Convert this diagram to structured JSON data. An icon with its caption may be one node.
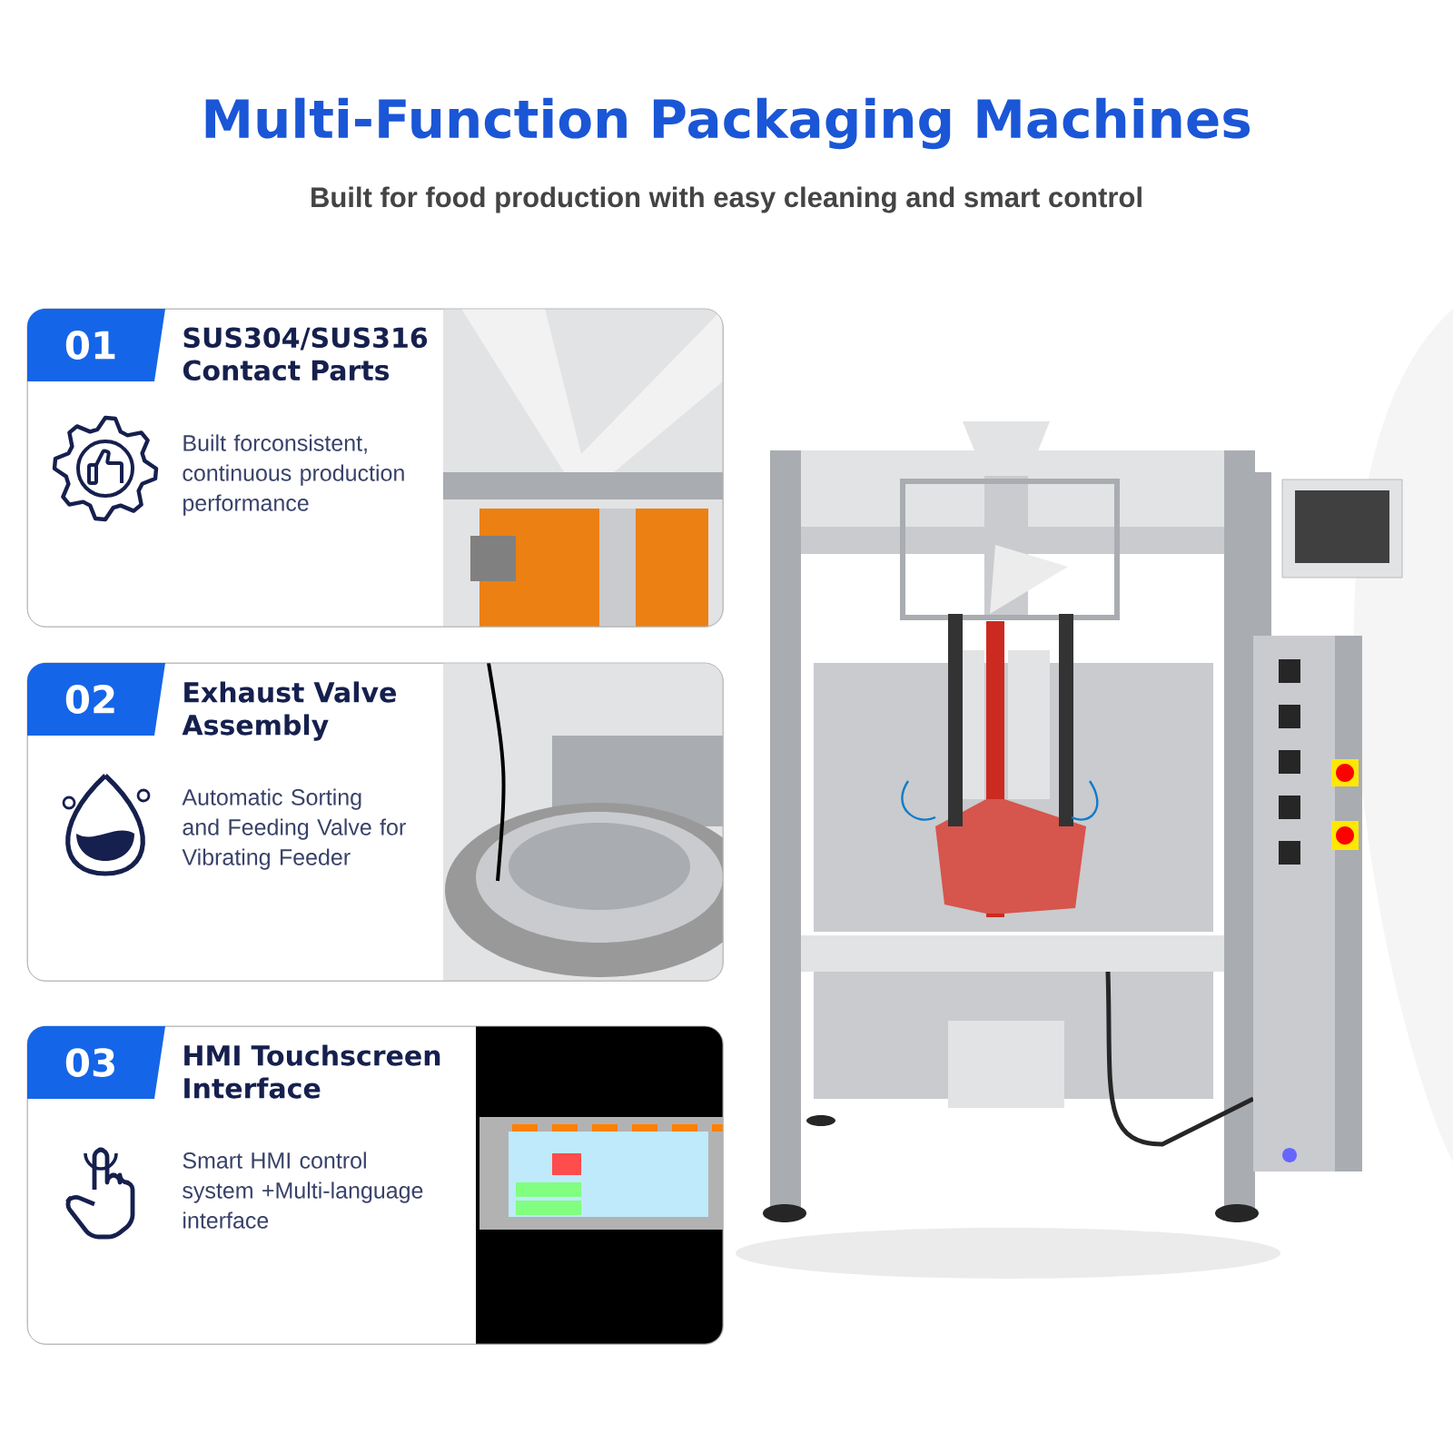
{
  "diagram": {
    "title": "Multi-Function Packaging Machines",
    "caption": "Built for food production with easy cleaning and smart control",
    "nodes": [
      {
        "text": [
          "SUS304/SUS316 Contact Parts",
          "Built forconsistent, continuous production performance"
        ]
      },
      {
        "text": [
          "01"
        ],
        "in": 0
      },
      {
        "text": [
          "Exhaust Valve Assembly",
          "Automatic Sorting and Feeding Valve for Vibrating Feeder"
        ]
      },
      {
        "text": [
          "02"
        ],
        "in": 2
      },
      {
        "text": [
          "HMI Touchscreen Interface",
          "Smart HMI control system +Multi-language interface"
        ]
      },
      {
        "text": [
          "03"
        ],
        "in": 4
      }
    ]
  }
}
